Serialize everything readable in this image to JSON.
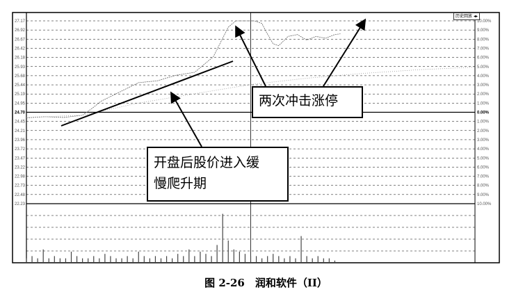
{
  "chart_data": {
    "type": "line",
    "title": "",
    "xlabel": "",
    "ylabel": "",
    "prev_close": 24.7,
    "ylim": [
      22.23,
      27.17
    ],
    "price_ticks": [
      "27.17",
      "26.92",
      "26.67",
      "26.42",
      "26.18",
      "25.93",
      "25.68",
      "25.44",
      "25.19",
      "24.95",
      "24.70",
      "24.45",
      "24.21",
      "23.96",
      "23.72",
      "23.47",
      "23.22",
      "22.98",
      "22.73",
      "22.48",
      "22.23"
    ],
    "percent_ticks": [
      "10.00%",
      "9.00%",
      "8.00%",
      "7.00%",
      "6.00%",
      "5.00%",
      "4.00%",
      "3.00%",
      "2.00%",
      "1.00%",
      "0.00%",
      "1.00%",
      "2.00%",
      "3.00%",
      "4.00%",
      "5.00%",
      "6.00%",
      "7.00%",
      "8.00%",
      "9.00%",
      "10.00%"
    ],
    "x_minutes_total": 240,
    "series": [
      {
        "name": "price",
        "x": [
          0,
          10,
          20,
          30,
          35,
          40,
          50,
          60,
          70,
          80,
          90,
          100,
          104,
          108,
          112,
          118,
          122,
          126,
          128,
          132,
          135,
          140,
          145,
          150,
          155,
          160,
          165,
          168
        ],
        "values": [
          24.55,
          24.58,
          24.56,
          24.62,
          24.8,
          25.0,
          25.25,
          25.5,
          25.55,
          25.7,
          25.78,
          26.2,
          26.6,
          27.0,
          27.17,
          27.17,
          27.17,
          27.1,
          26.9,
          26.55,
          26.5,
          26.75,
          26.8,
          26.65,
          26.75,
          26.7,
          26.8,
          26.82
        ]
      },
      {
        "name": "average",
        "x": [
          0,
          30,
          60,
          90,
          120,
          150,
          180,
          210,
          240
        ],
        "values": [
          24.56,
          24.62,
          24.95,
          25.2,
          25.45,
          25.62,
          25.75,
          25.85,
          25.92
        ]
      }
    ],
    "volume": {
      "y_ticks": [
        "",
        "",
        "",
        "",
        ""
      ],
      "interval_minutes": 3,
      "values": [
        2,
        3,
        2,
        6,
        2,
        3,
        2,
        2,
        5,
        3,
        2,
        2,
        3,
        2,
        4,
        3,
        2,
        2,
        3,
        2,
        5,
        3,
        2,
        3,
        2,
        3,
        2,
        4,
        3,
        6,
        3,
        5,
        4,
        3,
        8,
        22,
        10,
        6,
        5,
        4,
        3,
        3,
        2,
        3,
        4,
        3,
        2,
        3,
        2,
        12,
        3,
        2,
        3,
        2,
        2,
        1
      ]
    },
    "midday_marker_minute": 120
  },
  "header": {
    "history_button": "历史回放",
    "expand_icon": "◂▸"
  },
  "annotations": {
    "twice_limit_up": "两次冲击涨停",
    "slow_climb_line1": "开盘后股价进入缓",
    "slow_climb_line2": "慢爬升期"
  },
  "caption": "图 2-26　润和软件（II）"
}
